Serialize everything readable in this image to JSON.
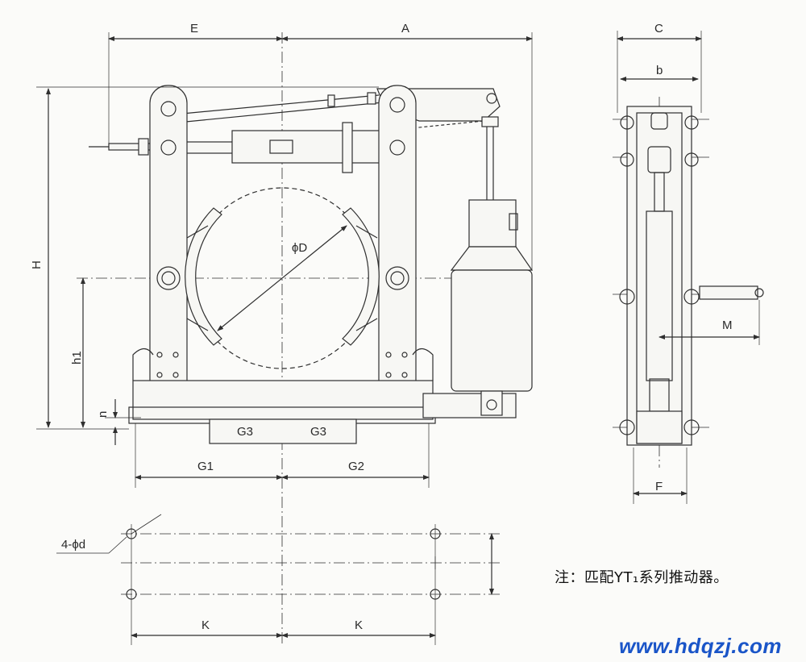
{
  "labels": {
    "E": "E",
    "A": "A",
    "C": "C",
    "b": "b",
    "H": "H",
    "D": "ϕD",
    "h1": "h1",
    "n": "n",
    "M": "M",
    "G3_left": "G3",
    "G3_right": "G3",
    "G1": "G1",
    "G2": "G2",
    "F": "F",
    "d": "4-ϕd",
    "K_left": "K",
    "K_right": "K"
  },
  "note": "注：匹配YT₁系列推动器。",
  "website": "www.hdqzj.com",
  "colors": {
    "line": "#2f2f2f",
    "fill": "#f7f7f4",
    "link": "#1a55c8"
  }
}
